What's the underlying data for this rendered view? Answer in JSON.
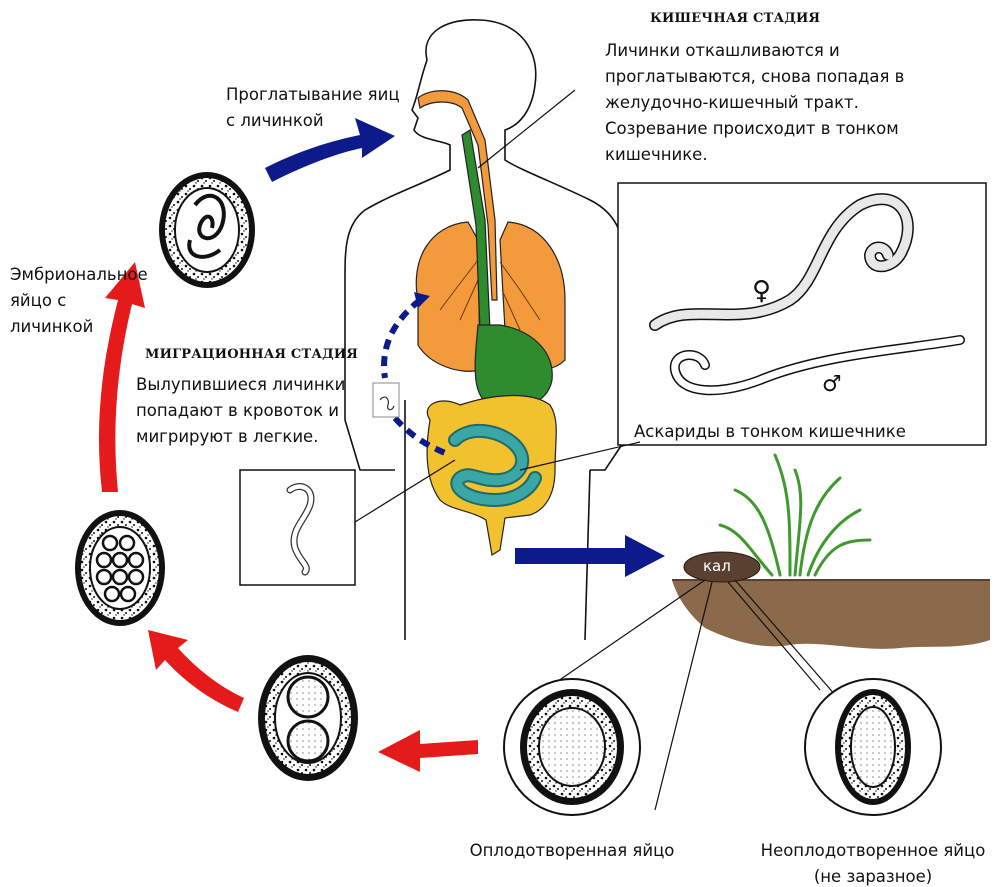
{
  "labels": {
    "intestinal_stage_title": "КИШЕЧНАЯ СТАДИЯ",
    "intestinal_stage_text": "Личинки откашливаются и\nпроглатываются, снова попадая в\nжелудочно-кишечный тракт.\nСозревание происходит в тонком\nкишечнике.",
    "swallowing_eggs": "Проглатывание яиц\nс личинкой",
    "embryonated_egg": "Эмбриональное\nяйцо с\nличинкой",
    "migration_stage_title": "МИГРАЦИОННАЯ СТАДИЯ",
    "migration_stage_text": "Вылупившиеся личинки\nпопадают в кровоток и\nмигрируют в легкие.",
    "ascarids_caption": "Аскариды в тонком кишечнике",
    "feces_label": "кал",
    "fertilized_egg": "Оплодотворенная яйцо",
    "unfertilized_egg": "Неоплодотворенное яйцо\n(не заразное)",
    "female_symbol": "♀",
    "male_symbol": "♂"
  },
  "colors": {
    "arrow_blue": "#0d1a8c",
    "arrow_red": "#e51b1b",
    "lungs": "#f39a3c",
    "stomach": "#2e8b2e",
    "small_intestine": "#3aa6a6",
    "large_intestine": "#f2c12e",
    "soil": "#8a6a4a",
    "feces": "#5a4030",
    "plant": "#4caf3a"
  }
}
